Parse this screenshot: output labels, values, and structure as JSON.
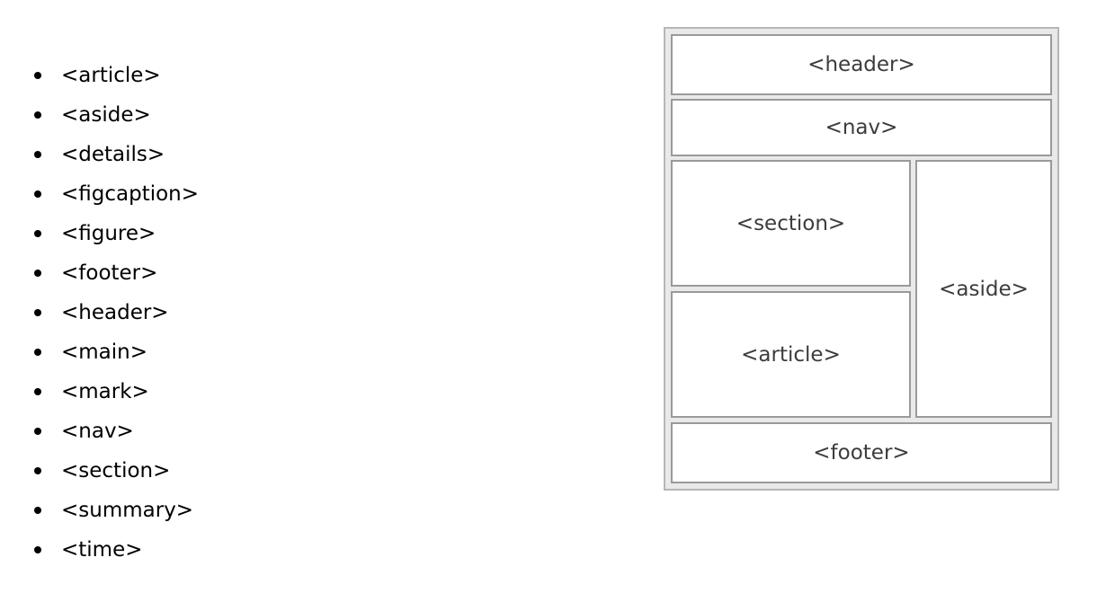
{
  "elements_list": {
    "items": [
      {
        "label": "<article>"
      },
      {
        "label": "<aside>"
      },
      {
        "label": "<details>"
      },
      {
        "label": "<figcaption>"
      },
      {
        "label": "<figure>"
      },
      {
        "label": "<footer>"
      },
      {
        "label": "<header>"
      },
      {
        "label": "<main>"
      },
      {
        "label": "<mark>"
      },
      {
        "label": "<nav>"
      },
      {
        "label": "<section>"
      },
      {
        "label": "<summary>"
      },
      {
        "label": "<time>"
      }
    ]
  },
  "diagram": {
    "header_label": "<header>",
    "nav_label": "<nav>",
    "section_label": "<section>",
    "article_label": "<article>",
    "aside_label": "<aside>",
    "footer_label": "<footer>",
    "colors": {
      "container_background": "#e9e9e9",
      "container_border": "#b6b6b6",
      "box_background": "#ffffff",
      "box_border": "#9a9a9a",
      "box_text": "#3c3c3c",
      "list_text": "#000000",
      "page_background": "#ffffff"
    }
  }
}
